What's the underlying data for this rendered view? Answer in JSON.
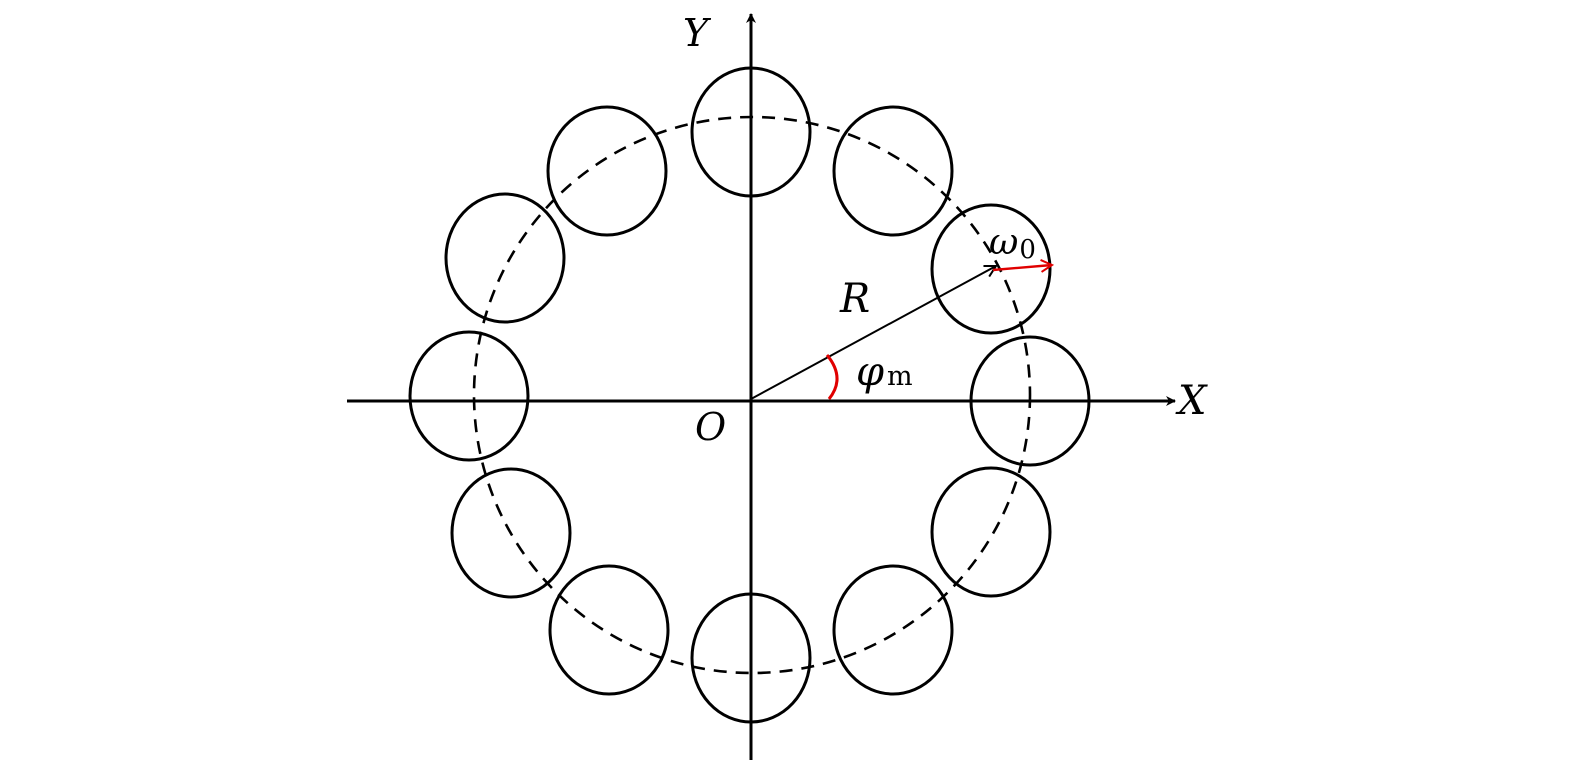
{
  "labels": {
    "y_axis": "Y",
    "x_axis": "X",
    "origin": "O",
    "radius": "R",
    "angle_symbol": "φ",
    "angle_subscript": "m",
    "omega_symbol": "ω",
    "omega_subscript": "0"
  },
  "diagram": {
    "ring_element_count": 12,
    "ring_style": "dashed",
    "colors": {
      "line": "#000000",
      "highlight": "#e00000"
    }
  }
}
